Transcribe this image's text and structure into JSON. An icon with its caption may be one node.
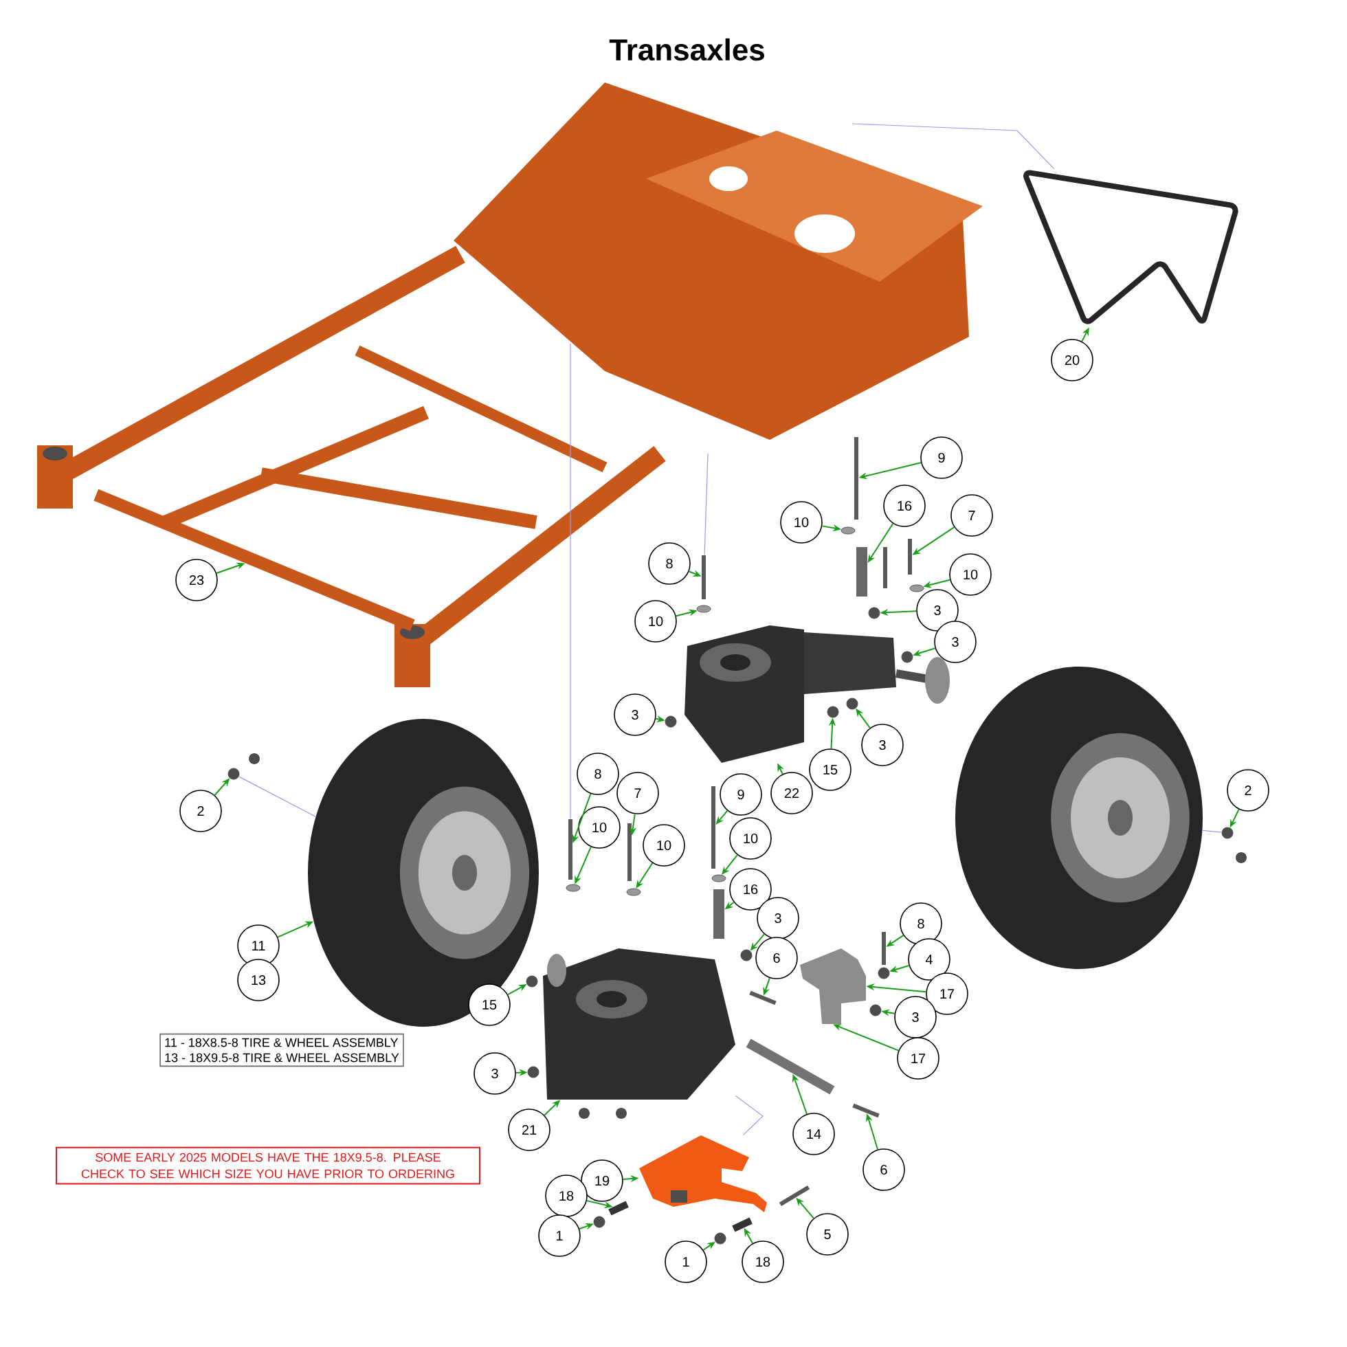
{
  "diagram": {
    "title": "Transaxles",
    "nodes": [
      {
        "text": [
          "20"
        ]
      },
      {
        "text": [
          "9"
        ]
      },
      {
        "text": [
          "10"
        ]
      },
      {
        "text": [
          "16"
        ]
      },
      {
        "text": [
          "7"
        ]
      },
      {
        "text": [
          "8"
        ]
      },
      {
        "text": [
          "10"
        ]
      },
      {
        "text": [
          "23"
        ]
      },
      {
        "text": [
          "10"
        ]
      },
      {
        "text": [
          "3"
        ]
      },
      {
        "text": [
          "3"
        ]
      },
      {
        "text": [
          "3"
        ]
      },
      {
        "text": [
          "22"
        ]
      },
      {
        "text": [
          "15"
        ]
      },
      {
        "text": [
          "3"
        ]
      },
      {
        "text": [
          "2"
        ]
      },
      {
        "text": [
          "2"
        ]
      },
      {
        "text": [
          "8"
        ]
      },
      {
        "text": [
          "7"
        ]
      },
      {
        "text": [
          "9"
        ]
      },
      {
        "text": [
          "10"
        ]
      },
      {
        "text": [
          "10"
        ]
      },
      {
        "text": [
          "10"
        ]
      },
      {
        "text": [
          "16"
        ]
      },
      {
        "text": [
          "3"
        ]
      },
      {
        "text": [
          "8"
        ]
      },
      {
        "text": [
          "6"
        ]
      },
      {
        "text": [
          "4"
        ]
      },
      {
        "text": [
          "11"
        ]
      },
      {
        "text": [
          "13"
        ]
      },
      {
        "text": [
          "17"
        ]
      },
      {
        "text": [
          "15"
        ]
      },
      {
        "text": [
          "3"
        ]
      },
      {
        "text": [
          "17"
        ]
      },
      {
        "text": [
          "3"
        ]
      },
      {
        "text": [
          "21"
        ]
      },
      {
        "text": [
          "14"
        ]
      },
      {
        "text": [
          "6"
        ]
      },
      {
        "text": [
          "19"
        ]
      },
      {
        "text": [
          "18"
        ]
      },
      {
        "text": [
          "1"
        ]
      },
      {
        "text": [
          "5"
        ]
      },
      {
        "text": [
          "1"
        ]
      },
      {
        "text": [
          "18"
        ]
      },
      {
        "text": [
          "11 - 18X8.5-8 TIRE & WHEEL ASSEMBLY",
          "13 - 18X9.5-8 TIRE & WHEEL ASSEMBLY"
        ]
      },
      {
        "text": [
          "SOME EARLY 2025 MODELS HAVE THE 18X9.5-8. PLEASE CHECK TO SEE WHICH SIZE YOU HAVE PRIOR TO ORDERING"
        ]
      },
      {
        "text": [],
        "shape": "picture"
      },
      {
        "text": [],
        "shape": "bar"
      },
      {
        "text": [],
        "shape": "circle"
      },
      {
        "text": [],
        "shape": "bar"
      },
      {
        "text": [],
        "shape": "bar"
      },
      {
        "text": [],
        "shape": "bar"
      },
      {
        "text": [],
        "shape": "circle"
      },
      {
        "text": [],
        "shape": "bar"
      },
      {
        "text": [],
        "shape": "circle"
      },
      {
        "text": [],
        "shape": "circle"
      },
      {
        "text": [],
        "shape": "circle"
      },
      {
        "text": [],
        "shape": "circle"
      },
      {
        "text": [],
        "shape": "picture"
      },
      {
        "text": [],
        "shape": "circle"
      },
      {
        "text": [],
        "shape": "circle"
      },
      {
        "text": [],
        "shape": "circle"
      },
      {
        "text": [],
        "shape": "circle"
      },
      {
        "text": [],
        "shape": "bar"
      },
      {
        "text": [],
        "shape": "bar"
      },
      {
        "text": [],
        "shape": "bar"
      },
      {
        "text": [],
        "shape": "circle"
      },
      {
        "text": [],
        "shape": "circle"
      },
      {
        "text": [],
        "shape": "circle"
      },
      {
        "text": [],
        "shape": "bar"
      },
      {
        "text": [],
        "shape": "circle"
      },
      {
        "text": [],
        "shape": "bar"
      },
      {
        "text": [],
        "shape": "bar"
      },
      {
        "text": [],
        "shape": "circle"
      },
      {
        "text": [],
        "shape": "picture"
      },
      {
        "text": [],
        "shape": "picture"
      },
      {
        "text": [],
        "shape": "circle"
      },
      {
        "text": [],
        "shape": "circle"
      },
      {
        "text": [],
        "shape": "circle"
      },
      {
        "text": [],
        "shape": "picture"
      },
      {
        "text": [],
        "shape": "bar"
      },
      {
        "text": [],
        "shape": "bar"
      },
      {
        "text": [],
        "shape": "picture"
      },
      {
        "text": [],
        "shape": "bar"
      },
      {
        "text": [],
        "shape": "circle"
      },
      {
        "text": [],
        "shape": "bar"
      },
      {
        "text": [],
        "shape": "circle"
      },
      {
        "text": [],
        "shape": "bar"
      },
      {
        "text": [],
        "shape": "picture"
      }
    ],
    "edges": [
      {
        "from": 0,
        "to": 46,
        "arrow": "to"
      },
      {
        "from": 1,
        "to": 47,
        "arrow": "to"
      },
      {
        "from": 2,
        "to": 48,
        "arrow": "to"
      },
      {
        "from": 3,
        "to": 49,
        "arrow": "to"
      },
      {
        "from": 4,
        "to": 50,
        "arrow": "to"
      },
      {
        "from": 5,
        "to": 51,
        "arrow": "to"
      },
      {
        "from": 6,
        "to": 52,
        "arrow": "to"
      },
      {
        "from": 7,
        "to": 53,
        "arrow": "to"
      },
      {
        "from": 8,
        "to": 54,
        "arrow": "to"
      },
      {
        "from": 9,
        "to": 55,
        "arrow": "to"
      },
      {
        "from": 10,
        "to": 56,
        "arrow": "to"
      },
      {
        "from": 11,
        "to": 57,
        "arrow": "to"
      },
      {
        "from": 12,
        "to": 58,
        "arrow": "to"
      },
      {
        "from": 13,
        "to": 59,
        "arrow": "to"
      },
      {
        "from": 14,
        "to": 60,
        "arrow": "to"
      },
      {
        "from": 15,
        "to": 61,
        "arrow": "to"
      },
      {
        "from": 16,
        "to": 62,
        "arrow": "to"
      },
      {
        "from": 17,
        "to": 63,
        "arrow": "to"
      },
      {
        "from": 18,
        "to": 64,
        "arrow": "to"
      },
      {
        "from": 19,
        "to": 65,
        "arrow": "to"
      },
      {
        "from": 20,
        "to": 66,
        "arrow": "to"
      },
      {
        "from": 21,
        "to": 67,
        "arrow": "to"
      },
      {
        "from": 22,
        "to": 68,
        "arrow": "to"
      },
      {
        "from": 23,
        "to": 69,
        "arrow": "to"
      },
      {
        "from": 24,
        "to": 70,
        "arrow": "to"
      },
      {
        "from": 25,
        "to": 71,
        "arrow": "to"
      },
      {
        "from": 26,
        "to": 72,
        "arrow": "to"
      },
      {
        "from": 27,
        "to": 73,
        "arrow": "to"
      },
      {
        "from": 28,
        "to": 74,
        "arrow": "to"
      },
      {
        "from": 30,
        "to": 75,
        "arrow": "to"
      },
      {
        "from": 31,
        "to": 76,
        "arrow": "to"
      },
      {
        "from": 32,
        "to": 77,
        "arrow": "to"
      },
      {
        "from": 33,
        "to": 75,
        "arrow": "to"
      },
      {
        "from": 34,
        "to": 78,
        "arrow": "to"
      },
      {
        "from": 35,
        "to": 79,
        "arrow": "to"
      },
      {
        "from": 36,
        "to": 80,
        "arrow": "to"
      },
      {
        "from": 37,
        "to": 81,
        "arrow": "to"
      },
      {
        "from": 38,
        "to": 82,
        "arrow": "to"
      },
      {
        "from": 39,
        "to": 83,
        "arrow": "to"
      },
      {
        "from": 40,
        "to": 84,
        "arrow": "to"
      },
      {
        "from": 41,
        "to": 85,
        "arrow": "to"
      },
      {
        "from": 42,
        "to": 86,
        "arrow": "to"
      },
      {
        "from": 43,
        "to": 87,
        "arrow": "to"
      },
      {
        "from": 61,
        "to": 74,
        "arrow": "none",
        "color": "#9a9af0"
      },
      {
        "from": 88,
        "to": 62,
        "arrow": "none",
        "color": "#9a9af0"
      },
      {
        "from": 82,
        "to": 79,
        "arrow": "none",
        "color": "#9a9af0"
      },
      {
        "from": 63,
        "to": null,
        "arrow": "none",
        "color": "#9a9af0"
      },
      {
        "from": 51,
        "to": null,
        "arrow": "none",
        "color": "#9a9af0"
      },
      {
        "from": 46,
        "to": null,
        "arrow": "none",
        "color": "#9a9af0"
      }
    ]
  }
}
